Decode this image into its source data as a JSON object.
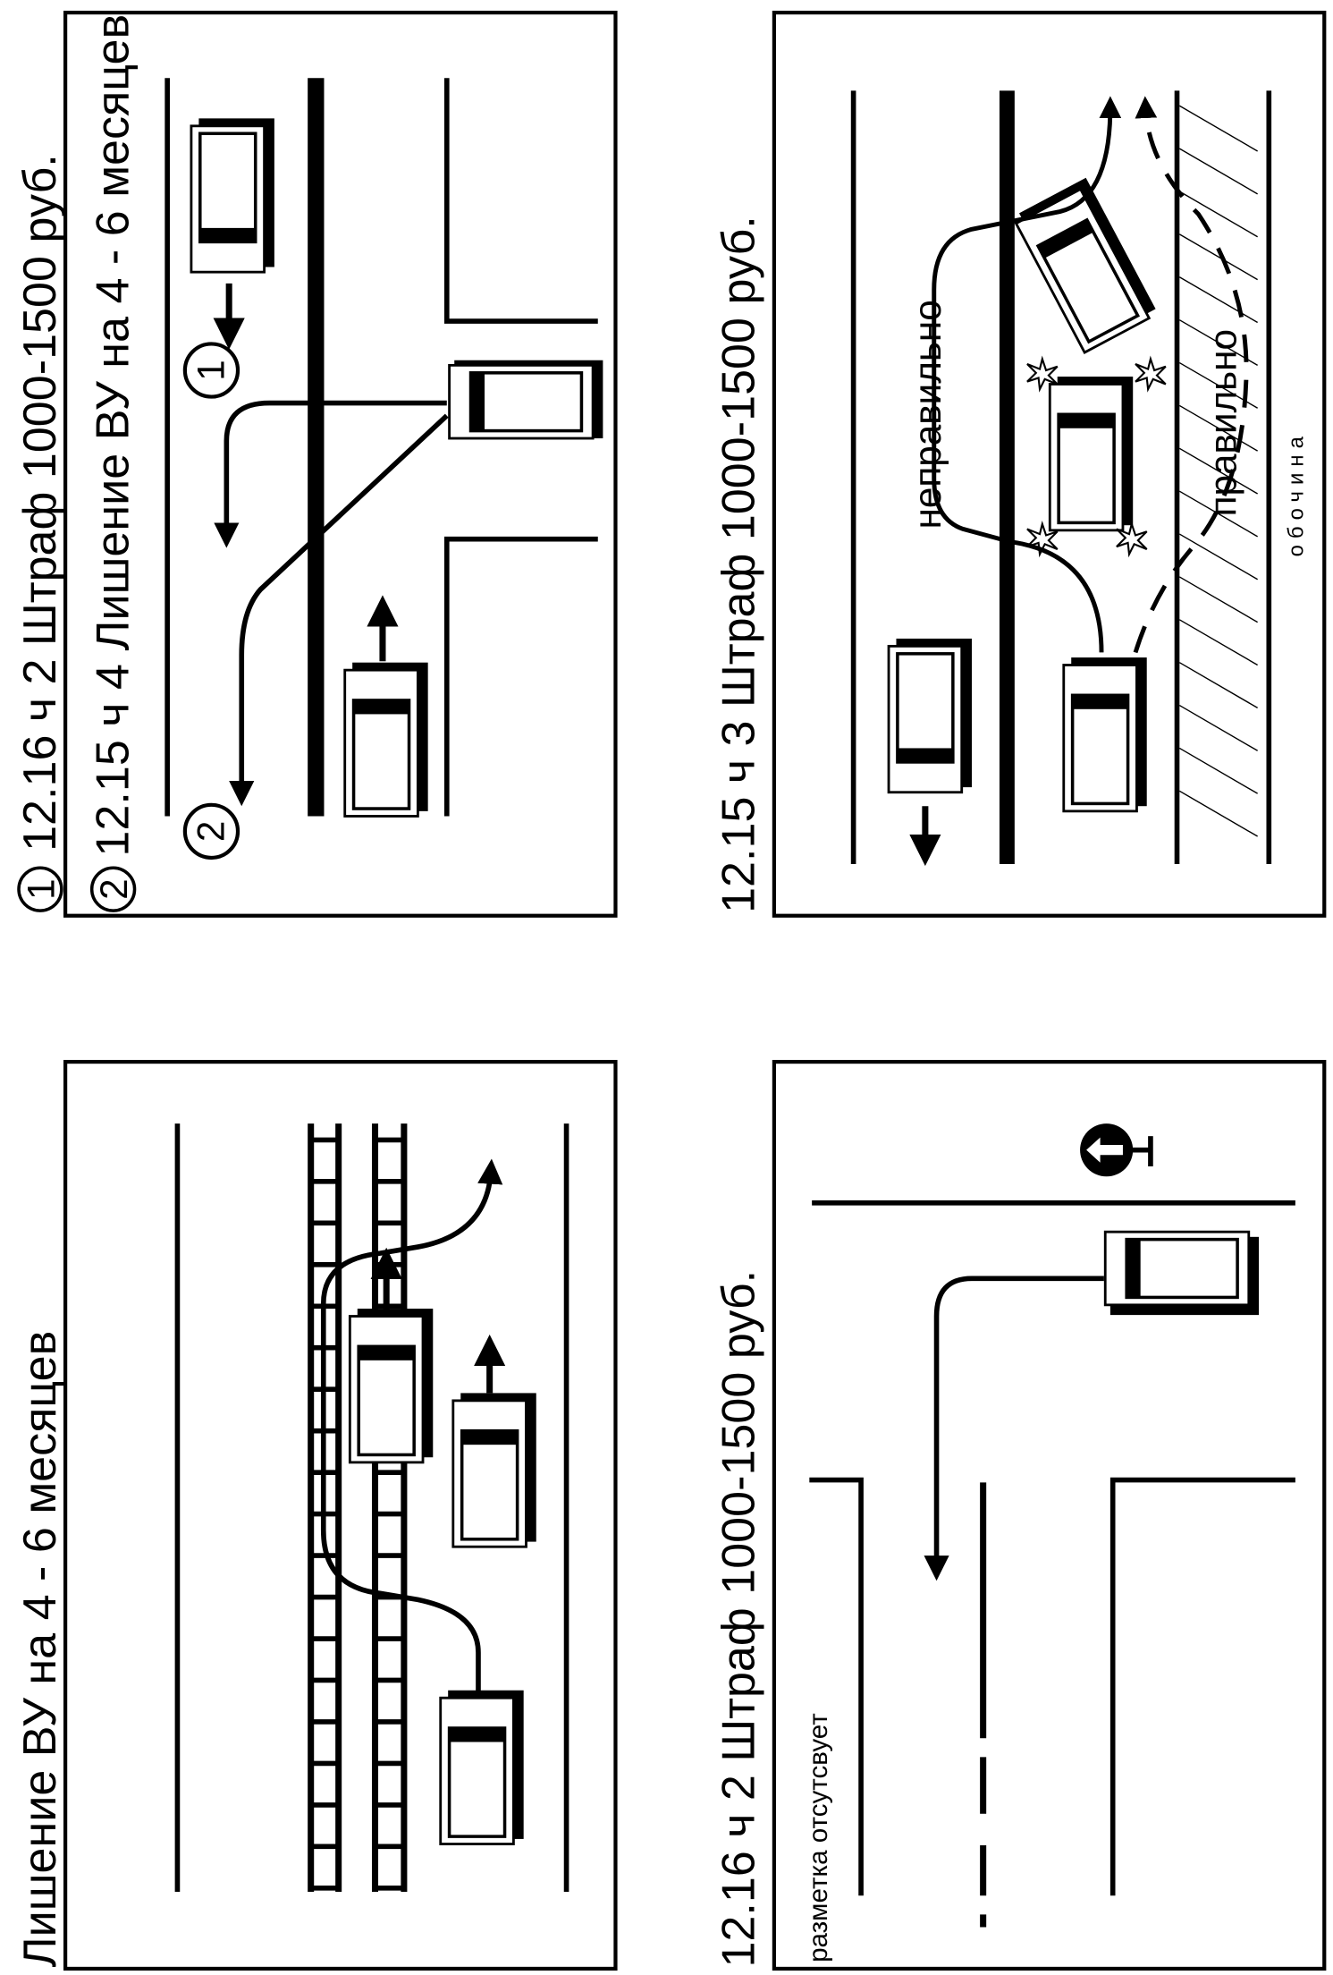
{
  "colors": {
    "ink": "#000000",
    "paper": "#ffffff"
  },
  "panels": {
    "intersection_left_turn": {
      "caption_1_marker": "1",
      "caption_1": "12.16 ч 2  Штраф  1000-1500 руб.",
      "caption_2_marker": "2",
      "caption_2": "12.15 ч 4 Лишение ВУ на 4 - 6 месяцев",
      "path_1_marker": "1",
      "path_2_marker": "2"
    },
    "overtaking_obstacle": {
      "caption": "12.15 ч 3  Штраф  1000-1500 руб.",
      "wrong_label": "неправильно",
      "right_label": "правильно",
      "shoulder_label": "обочина"
    },
    "railway_crossing": {
      "caption": "Лишение ВУ на 4 - 6 месяцев"
    },
    "no_marking_turn": {
      "caption": "12.16 ч 2  Штраф  1000-1500 руб.",
      "marking_note": "разметка отсутсвует",
      "sign": "no-left-turn-sign"
    }
  }
}
